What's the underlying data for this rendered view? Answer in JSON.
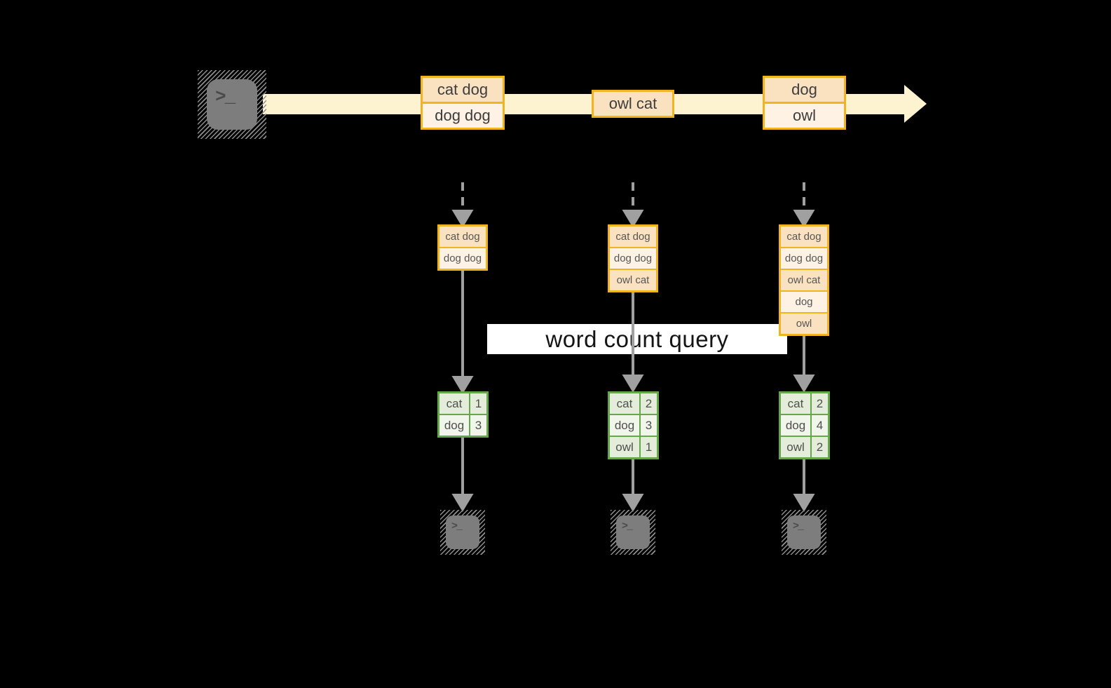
{
  "query_label": "word count query",
  "terminal": {
    "prompt_glyph": ">_"
  },
  "stream": {
    "events": [
      {
        "lines": [
          "cat dog",
          "dog dog"
        ]
      },
      {
        "lines": [
          "owl cat"
        ]
      },
      {
        "lines": [
          "dog",
          "owl"
        ]
      }
    ]
  },
  "columns": [
    {
      "state_rows": [
        "cat dog",
        "dog dog"
      ],
      "counts": [
        {
          "word": "cat",
          "count": "1"
        },
        {
          "word": "dog",
          "count": "3"
        }
      ]
    },
    {
      "state_rows": [
        "cat dog",
        "dog dog",
        "owl cat"
      ],
      "counts": [
        {
          "word": "cat",
          "count": "2"
        },
        {
          "word": "dog",
          "count": "3"
        },
        {
          "word": "owl",
          "count": "1"
        }
      ]
    },
    {
      "state_rows": [
        "cat dog",
        "dog dog",
        "owl cat",
        "dog",
        "owl"
      ],
      "counts": [
        {
          "word": "cat",
          "count": "2"
        },
        {
          "word": "dog",
          "count": "4"
        },
        {
          "word": "owl",
          "count": "2"
        }
      ]
    }
  ],
  "colors": {
    "background": "#000000",
    "stream_band": "#FDF3D1",
    "box_border": "#F0B41E",
    "box_fill_peach": "#FAE2C1",
    "box_fill_cream": "#FDF2E3",
    "table_border": "#66A74B",
    "table_cell_dark": "#E4EDD9",
    "table_cell_light": "#F1F6EB",
    "arrow_gray": "#A0A0A0",
    "terminal_gray": "#7D7D7D",
    "label_background": "#FFFFFF"
  }
}
